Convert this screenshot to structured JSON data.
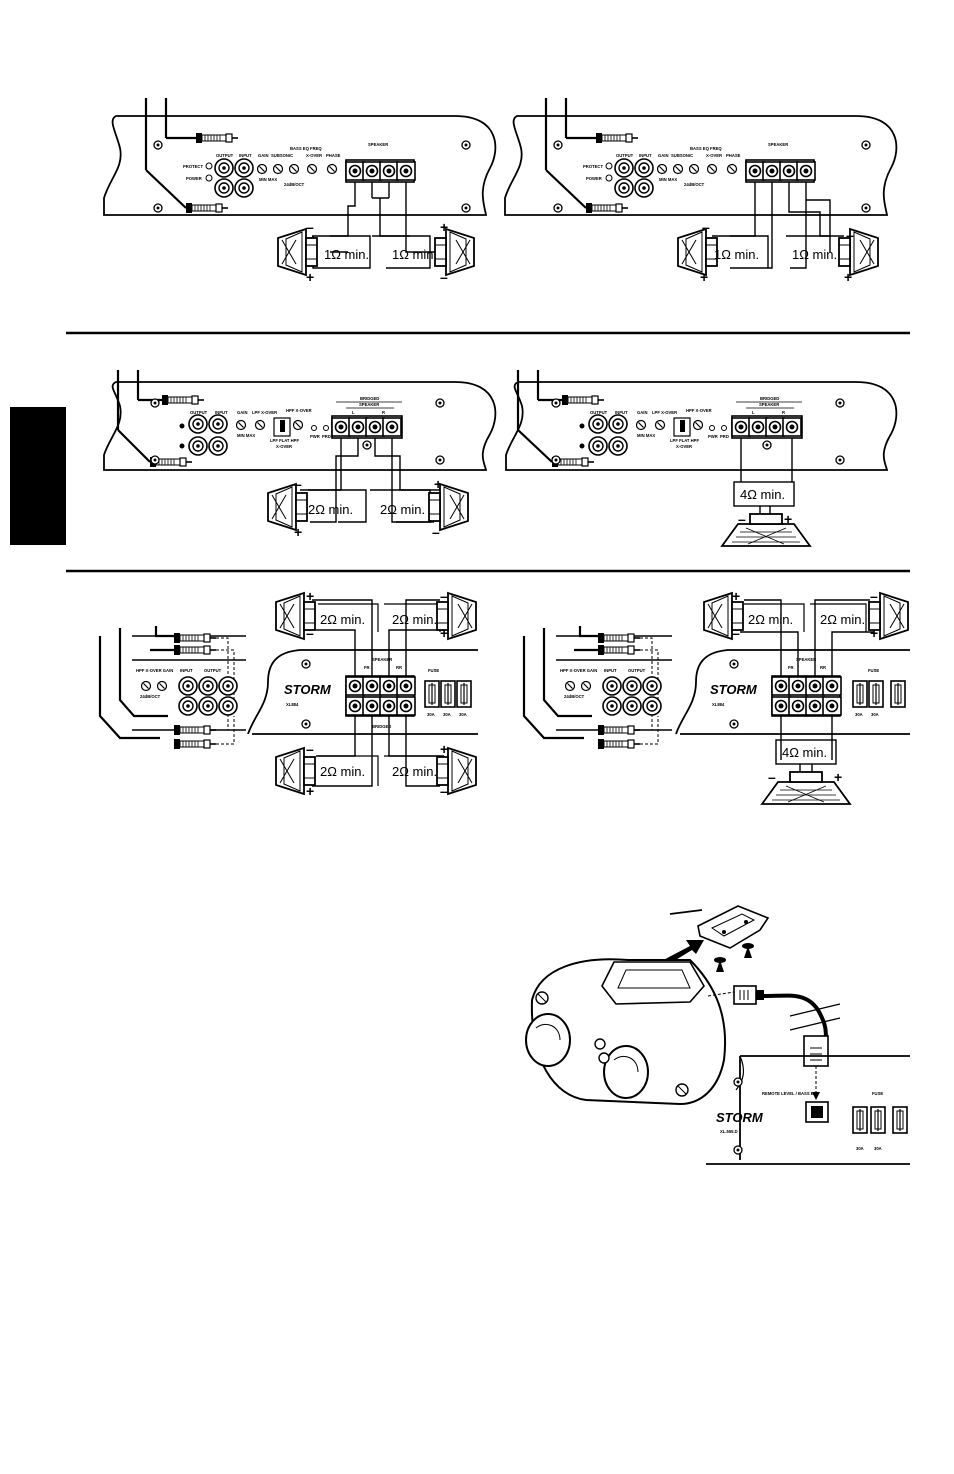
{
  "impedance_labels": {
    "one_ohm": "1Ω min.",
    "two_ohm": "2Ω min.",
    "four_ohm": "4Ω min."
  },
  "polarity": {
    "plus": "+",
    "minus": "–"
  },
  "amp_panel": {
    "protect": "PROTECT",
    "power": "POWER",
    "output": "OUTPUT",
    "input": "INPUT",
    "gain": "GAIN",
    "subsonic": "SUBSONIC",
    "bass_eq_freq": "BASS EQ FREQ",
    "x_over": "X-OVER",
    "phase": "PHASE",
    "speaker": "SPEAKER",
    "bridged": "BRIDGED",
    "lpf_x_over": "LPF X-OVER",
    "hpf_x_over": "HPF X-OVER",
    "hpf_x_over_gain": "HPF X-OVER GAIN",
    "pwr": "PWR",
    "prd": "PRD",
    "lpf_flat_hpf": "LPF  FLAT  HPF",
    "x_over_switch": "X-OVER",
    "fuse": "FUSE",
    "fuse_rating": "30A",
    "min_max": "MIN  MAX",
    "db_oct": "24dB/OCT",
    "fr": "FR",
    "rr": "RR",
    "l": "L",
    "r": "R",
    "remote_bass_eq": "REMOTE LEVEL / BASS EQ"
  },
  "brand": {
    "logo": "STORM",
    "model_top": "XL884",
    "model_bottom": "XL.555.D"
  }
}
